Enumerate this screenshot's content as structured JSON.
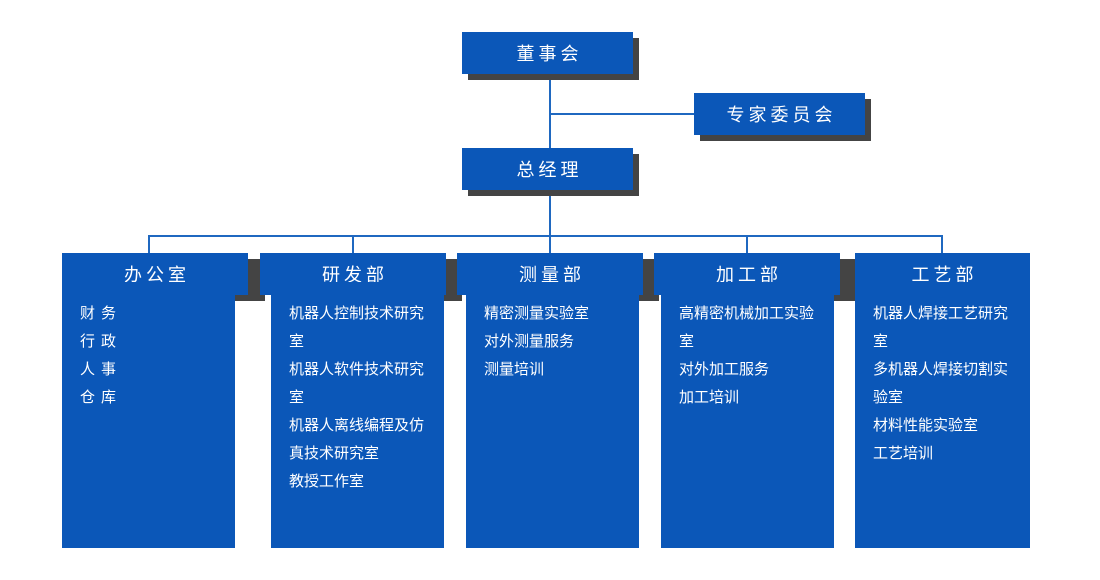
{
  "theme": {
    "brand_blue": "#0b57b8",
    "shadow_gray": "#444444",
    "connector_blue": "#1f68c0",
    "page_background": "#ffffff",
    "text_color": "#ffffff"
  },
  "top_nodes": {
    "board": "董事会",
    "expert_committee": "专家委员会",
    "general_manager": "总经理"
  },
  "departments": [
    {
      "name": "办公室",
      "spaced_items": true,
      "items": [
        "财务",
        "行政",
        "人事",
        "仓库"
      ]
    },
    {
      "name": "研发部",
      "spaced_items": false,
      "items": [
        "机器人控制技术研究室",
        "机器人软件技术研究室",
        "机器人离线编程及仿真技术研究室",
        "教授工作室"
      ]
    },
    {
      "name": "测量部",
      "spaced_items": false,
      "items": [
        "精密测量实验室",
        "对外测量服务",
        "测量培训"
      ]
    },
    {
      "name": "加工部",
      "spaced_items": false,
      "items": [
        "高精密机械加工实验室",
        "对外加工服务",
        "加工培训"
      ]
    },
    {
      "name": "工艺部",
      "spaced_items": false,
      "items": [
        "机器人焊接工艺研究室",
        "多机器人焊接切割实验室",
        "材料性能实验室",
        "工艺培训"
      ]
    }
  ]
}
